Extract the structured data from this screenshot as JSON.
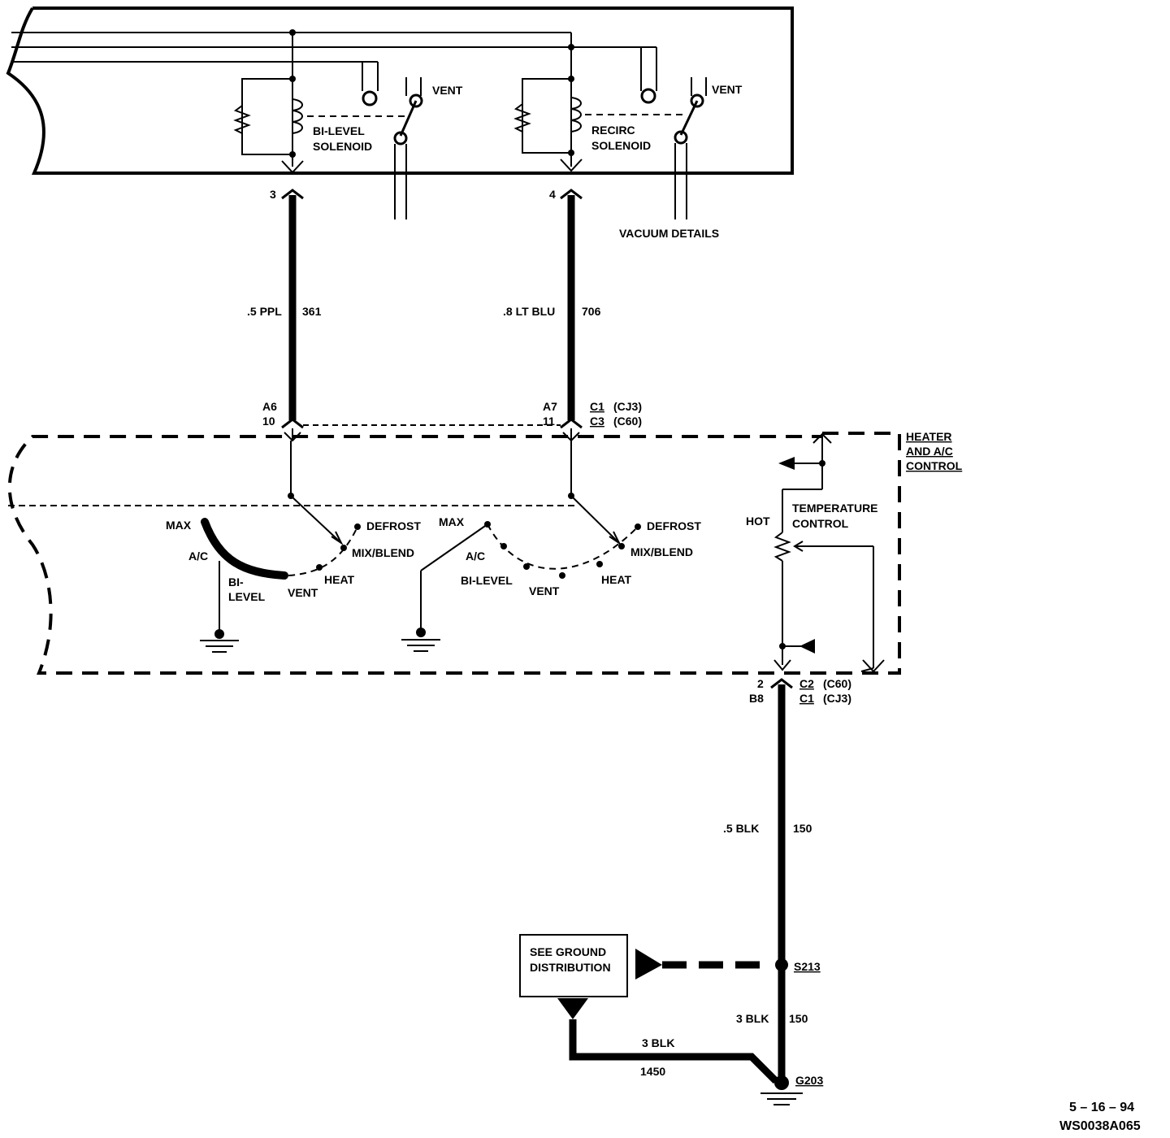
{
  "vacuum": {
    "bilevel_vent": "VENT",
    "bilevel_solenoid_1": "BI-LEVEL",
    "bilevel_solenoid_2": "SOLENOID",
    "recirc_vent": "VENT",
    "recirc_solenoid_1": "RECIRC",
    "recirc_solenoid_2": "SOLENOID",
    "details": "VACUUM DETAILS"
  },
  "wires": {
    "bilevel": {
      "terminal": "3",
      "gauge_color": ".5 PPL",
      "circuit": "361",
      "pin_c1": "A6",
      "pin_c3": "10"
    },
    "recirc": {
      "terminal": "4",
      "gauge_color": ".8 LT BLU",
      "circuit": "706",
      "pin_c1": "A7",
      "pin_c3": "11"
    },
    "ground": {
      "pin_c2": "2",
      "pin_c1": "B8",
      "gauge_color": ".5  BLK",
      "circuit": "150",
      "gauge_color2": "3 BLK",
      "circuit2": "150"
    },
    "ground_branch": {
      "gauge_color": "3 BLK",
      "circuit": "1450"
    }
  },
  "connectors": {
    "top_c1": "C1",
    "top_c1_id": "(CJ3)",
    "top_c3": "C3",
    "top_c3_id": "(C60)",
    "bottom_c2": "C2",
    "bottom_c2_id": "(C60)",
    "bottom_c1": "C1",
    "bottom_c1_id": "(CJ3)"
  },
  "control": {
    "title_1": "HEATER",
    "title_2": "AND A/C",
    "title_3": "CONTROL",
    "switch_a": {
      "max": "MAX",
      "ac": "A/C",
      "bilevel_1": "BI-",
      "bilevel_2": "LEVEL",
      "vent": "VENT",
      "heat": "HEAT",
      "mix": "MIX/BLEND",
      "defrost": "DEFROST"
    },
    "switch_b": {
      "max": "MAX",
      "ac": "A/C",
      "bilevel": "BI-LEVEL",
      "vent": "VENT",
      "heat": "HEAT",
      "mix": "MIX/BLEND",
      "defrost": "DEFROST"
    },
    "hot": "HOT",
    "temp_1": "TEMPERATURE",
    "temp_2": "CONTROL"
  },
  "ground": {
    "see_1": "SEE GROUND",
    "see_2": "DISTRIBUTION",
    "splice": "S213",
    "ground_point": "G203"
  },
  "footer": {
    "date": "5 – 16 – 94",
    "code": "WS0038A065"
  }
}
